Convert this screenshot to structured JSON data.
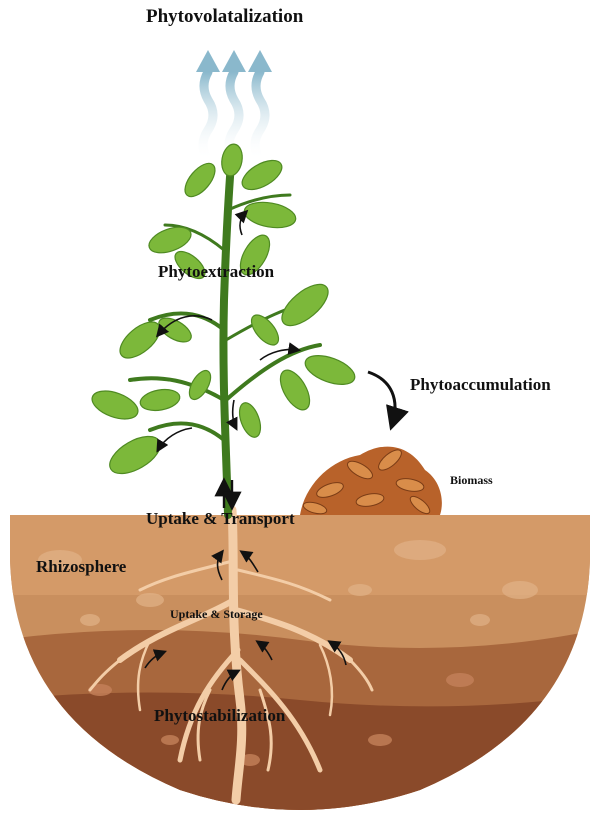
{
  "labels": {
    "phytovolatalization": "Phytovolatalization",
    "phytoextraction": "Phytoextraction",
    "phytoaccumulation": "Phytoaccumulation",
    "biomass": "Biomass",
    "uptake_transport": "Uptake & Transport",
    "rhizosphere": "Rhizosphere",
    "uptake_storage": "Uptake & Storage",
    "phytostabilization": "Phytostabilization"
  },
  "colors": {
    "vapor": "#8ab8cc",
    "leaf": "#7cb83a",
    "leaf_dark": "#4f8a22",
    "stem": "#3f7a1e",
    "soil_top": "#c98f5e",
    "soil_mid": "#a8673d",
    "soil_bottom": "#8a4a2a",
    "root": "#f3cda7",
    "biomass": "#b8622a",
    "arrow": "#111111"
  },
  "icons": [
    "vapor-arrow-icon",
    "process-arrow-icon",
    "leaf-pile-icon"
  ]
}
